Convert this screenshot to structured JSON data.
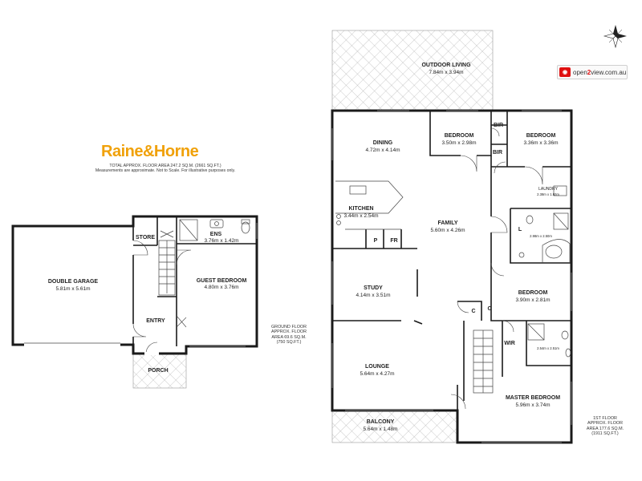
{
  "brand": {
    "name": "Raine&Horne",
    "total_area": "TOTAL APPROX. FLOOR AREA 247.2 SQ.M. (2661 SQ.FT.)",
    "disclaimer": "Measurements are approximate. Not to Scale. For illustrative purposes only."
  },
  "watermark": {
    "url_prefix": "open",
    "url_num": "2",
    "url_suffix": "view.com.au"
  },
  "ground_floor": {
    "area_line1": "GROUND FLOOR",
    "area_line2": "APPROX. FLOOR",
    "area_line3": "AREA 69.6 SQ.M.",
    "area_line4": "(750 SQ.FT.)",
    "rooms": {
      "garage_name": "DOUBLE GARAGE",
      "garage_dim": "5.81m x 5.61m",
      "store_name": "STORE",
      "ens_name": "ENS",
      "ens_dim": "3.76m x 1.42m",
      "guest_name": "GUEST BEDROOM",
      "guest_dim": "4.80m x 3.76m",
      "entry_name": "ENTRY",
      "porch_name": "PORCH"
    }
  },
  "first_floor": {
    "area_line1": "1ST FLOOR",
    "area_line2": "APPROX. FLOOR",
    "area_line3": "AREA 177.6 SQ.M.",
    "area_line4": "(1911 SQ.FT.)",
    "rooms": {
      "outdoor_name": "OUTDOOR LIVING",
      "outdoor_dim": "7.84m x 3.94m",
      "dining_name": "DINING",
      "dining_dim": "4.72m x 4.14m",
      "bed2_name": "BEDROOM",
      "bed2_dim": "3.50m x 2.98m",
      "bir1": "BIR",
      "bir2": "BIR",
      "bed3_name": "BEDROOM",
      "bed3_dim": "3.36m x 3.36m",
      "laundry_name": "LAUNDRY",
      "laundry_dim": "2.38m x 1.92m",
      "kitchen_name": "KITCHEN",
      "kitchen_dim": "3.44m x 2.54m",
      "pantry": "P",
      "fridge": "FR",
      "family_name": "FAMILY",
      "family_dim": "5.60m x 4.26m",
      "wc": "L",
      "bath_dim": "2.98m x 2.50m",
      "study_name": "STUDY",
      "study_dim": "4.14m x 3.51m",
      "bed4_name": "BEDROOM",
      "bed4_dim": "3.90m x 2.81m",
      "c1": "C",
      "c2": "C",
      "wir": "WIR",
      "ensuite_dim": "2.54m x 2.51m",
      "lounge_name": "LOUNGE",
      "lounge_dim": "5.64m x 4.27m",
      "master_name": "MASTER BEDROOM",
      "master_dim": "5.96m x 3.74m",
      "balcony_name": "BALCONY",
      "balcony_dim": "5.64m x 1.48m"
    }
  }
}
